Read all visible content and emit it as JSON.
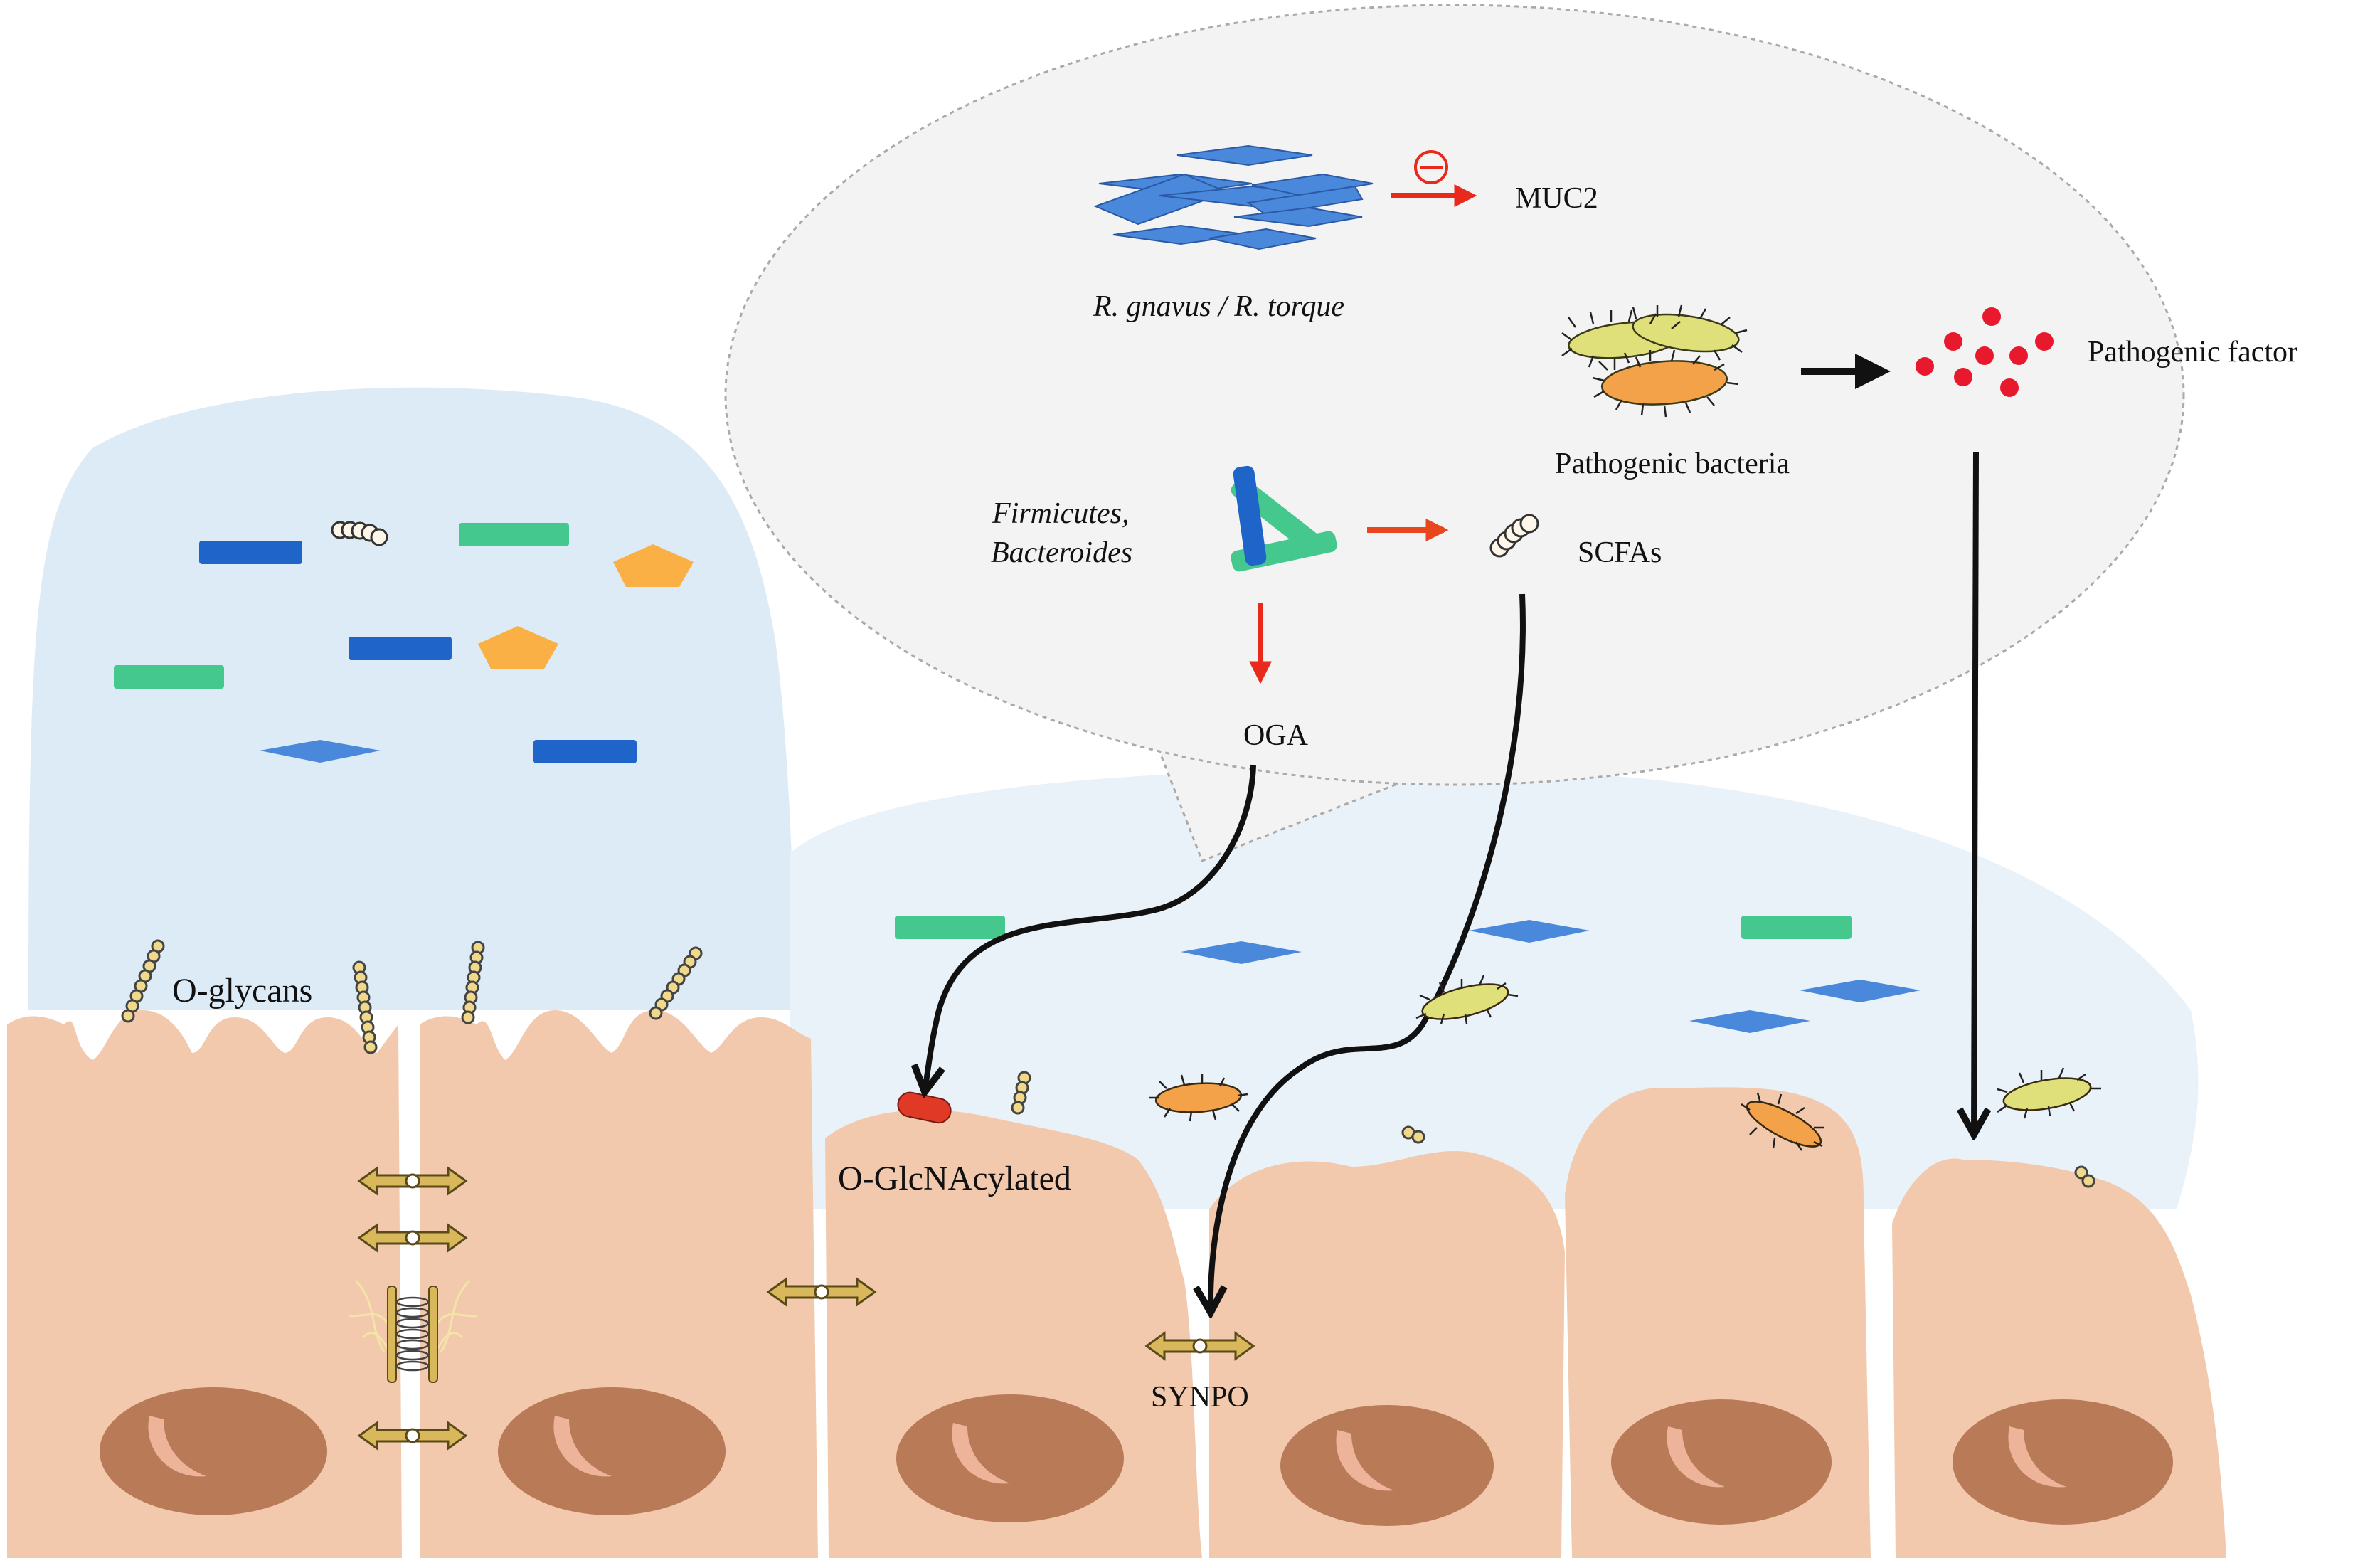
{
  "labels": {
    "muc2": "MUC2",
    "r_gnavus": "R. gnavus / R. torque",
    "pathogenic_factor": "Pathogenic factor",
    "pathogenic_bacteria": "Pathogenic bacteria",
    "firmicutes_1": "Firmicutes,",
    "firmicutes_2": "Bacteroides",
    "scfas": "SCFAs",
    "oga": "OGA",
    "o_glycans": "O-glycans",
    "o_glcnacylated": "O-GlcNAcylated",
    "synpo": "SYNPO",
    "inhibit_symbol": "⊖"
  },
  "colors": {
    "mucus_inner": "#dcebf5",
    "mucus_outer": "#e9f2f9",
    "callout": "#f3f3f3",
    "cell": "#f2c9ad",
    "nucleus": "#b97a58",
    "nucleolus": "#edb49a",
    "blue_rect": "#1f64c8",
    "green_rect": "#45c88e",
    "orange_pentagon": "#fbb045",
    "diamond": "#4a88dc",
    "red_arrow": "#e8291c",
    "orange_arrow": "#e8461c",
    "red_dot": "#e8192c",
    "glycan": "#f1d98c",
    "junction": "#d8b85a"
  },
  "icons": [
    "inhibition-icon",
    "arrow-icon",
    "bacteria-icon",
    "glycan-chain-icon",
    "tight-junction-icon"
  ]
}
